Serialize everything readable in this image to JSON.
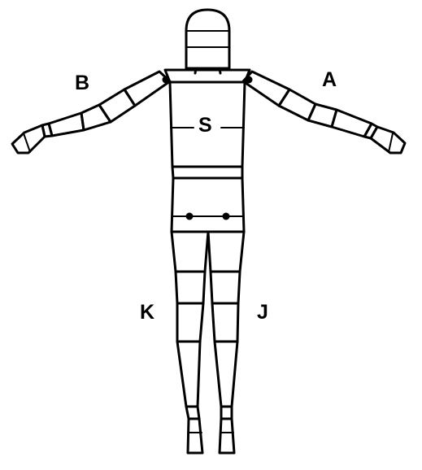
{
  "labels": {
    "right_arm": "A",
    "left_arm": "B",
    "torso": "S",
    "right_leg": "J",
    "left_leg": "K"
  },
  "colors": {
    "line": "#000000",
    "background": "#ffffff"
  }
}
